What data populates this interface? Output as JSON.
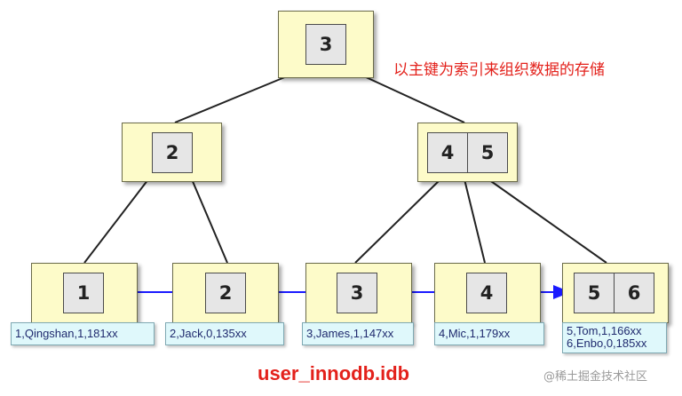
{
  "caption": "以主键为索引来组织数据的存储",
  "file_name": "user_innodb.idb",
  "watermark": "@稀土掘金技术社区",
  "colors": {
    "node_fill": "#fdfbc9",
    "key_fill": "#e6e6e6",
    "record_fill": "#dff8fb",
    "link_arrow": "#1a1aff",
    "label_red": "#e3211b"
  },
  "tree": {
    "root": {
      "keys": [
        "3"
      ]
    },
    "internal": [
      {
        "keys": [
          "2"
        ]
      },
      {
        "keys": [
          "4",
          "5"
        ]
      }
    ],
    "leaves": [
      {
        "keys": [
          "1"
        ],
        "records": [
          "1,Qingshan,1,181xx"
        ]
      },
      {
        "keys": [
          "2"
        ],
        "records": [
          "2,Jack,0,135xx"
        ]
      },
      {
        "keys": [
          "3"
        ],
        "records": [
          "3,James,1,147xx"
        ]
      },
      {
        "keys": [
          "4"
        ],
        "records": [
          "4,Mic,1,179xx"
        ]
      },
      {
        "keys": [
          "5",
          "6"
        ],
        "records": [
          "5,Tom,1,166xx",
          "6,Enbo,0,185xx"
        ]
      }
    ]
  }
}
